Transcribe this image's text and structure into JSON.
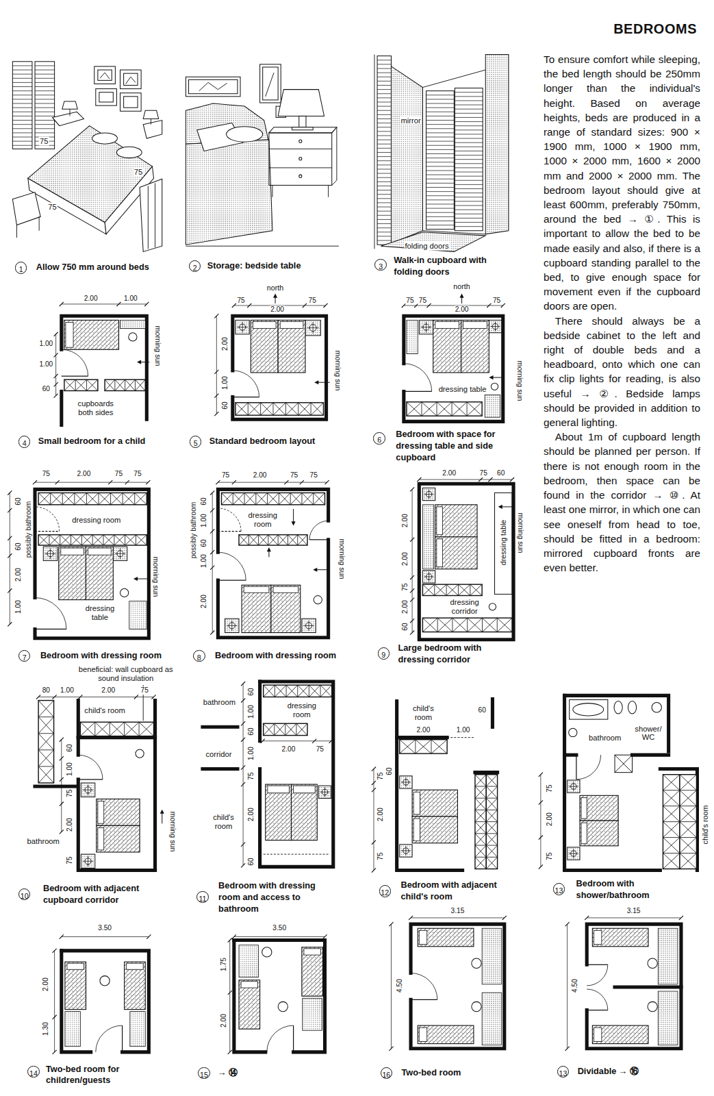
{
  "diagram": {
    "title": "BEDROOMS",
    "nodes": [
      {
        "text": [
          "1",
          "Allow 750 mm around beds"
        ]
      },
      {
        "text": [
          "2",
          "Storage: bedside table"
        ]
      },
      {
        "text": [
          "3",
          "Walk-in cupboard with folding doors"
        ]
      },
      {
        "text": [
          "4",
          "Small bedroom for a child"
        ]
      },
      {
        "text": [
          "5",
          "Standard bedroom layout"
        ]
      },
      {
        "text": [
          "6",
          "Bedroom with space for dressing table and side cupboard"
        ]
      },
      {
        "text": [
          "7",
          "Bedroom with dressing room"
        ]
      },
      {
        "text": [
          "8",
          "Bedroom with dressing room"
        ]
      },
      {
        "text": [
          "9",
          "Large bedroom with dressing corridor"
        ]
      },
      {
        "text": [
          "10",
          "Bedroom with adjacent cupboard corridor"
        ]
      },
      {
        "text": [
          "11",
          "Bedroom with dressing room and access to bathroom"
        ]
      },
      {
        "text": [
          "12",
          "Bedroom with adjacent child's room"
        ]
      },
      {
        "text": [
          "13",
          "Bedroom with shower/bathroom"
        ]
      },
      {
        "text": [
          "14",
          "Two-bed room for children/guests"
        ]
      },
      {
        "text": [
          "15",
          "→ ⑭"
        ]
      },
      {
        "text": [
          "16",
          "Two-bed room"
        ]
      },
      {
        "text": [
          "13",
          "Dividable → ⑯"
        ]
      }
    ],
    "labels": [
      "To ensure comfort while sleeping, the bed length should be 250mm longer than the individual's height. Based on average heights, beds are produced in a range of standard sizes: 900 × 1900 mm, 1000 × 1900 mm, 1000 × 2000 mm, 1600 × 2000 mm and 2000 × 2000 mm. The bedroom layout should give at least 600mm, preferably 750mm, around the bed → ①. This is important to allow the bed to be made easily and also, if there is a cupboard standing parallel to the bed, to give enough space for movement even if the cupboard doors are open.",
      "There should always be a bedside cabinet to the left and right of double beds and a headboard, onto which one can fix clip lights for reading, is also useful → ②. Bedside lamps should be provided in addition to general lighting.",
      "About 1m of cupboard length should be planned per person. If there is not enough room in the bedroom, then space can be found in the corridor → ⑩. At least one mirror, in which one can see oneself from head to toe, should be fitted in a bedroom: mirrored cupboard fronts are even better.",
      "75",
      "75",
      "75",
      "mirror",
      "folding doors",
      "2.00",
      "1.00",
      "1.00",
      "1.00",
      "60",
      "cupboards both sides",
      "morning sun",
      "north",
      "75",
      "2.00",
      "75",
      "2.00",
      "1.00",
      "60",
      "morning sun",
      "north",
      "75",
      "75",
      "2.00",
      "75",
      "dressing table",
      "morning sun",
      "75",
      "2.00",
      "75",
      "75",
      "60",
      "possibly bathroom",
      "60",
      "2.00",
      "1.00",
      "dressing room",
      "dressing table",
      "morning sun",
      "75",
      "2.00",
      "75",
      "75",
      "60",
      "possibly bathroom",
      "1.00",
      "60",
      "1.00",
      "2.00",
      "dressing room",
      "morning sun",
      "2.00",
      "75",
      "60",
      "2.00",
      "2.00",
      "75",
      "2.00",
      "60",
      "dressing table",
      "dressing corridor",
      "morning sun",
      "beneficial: wall cupboard as sound insulation",
      "80",
      "1.00",
      "2.00",
      "75",
      "child's room",
      "60",
      "1.00",
      "75",
      "2.00",
      "75",
      "bathroom",
      "morning sun",
      "bathroom",
      "60",
      "dressing room",
      "1.00",
      "60",
      "corridor",
      "2.00",
      "75",
      "1.00",
      "75",
      "2.00",
      "child's room",
      "60",
      "child's room",
      "60",
      "2.00",
      "1.00",
      "75",
      "60",
      "2.00",
      "75",
      "bathroom",
      "shower/ WC",
      "75",
      "2.00",
      "75",
      "child's room",
      "3.50",
      "2.00",
      "1.30",
      "3.50",
      "1.75",
      "2.00",
      "3.15",
      "4.50",
      "3.15",
      "4.50"
    ]
  }
}
